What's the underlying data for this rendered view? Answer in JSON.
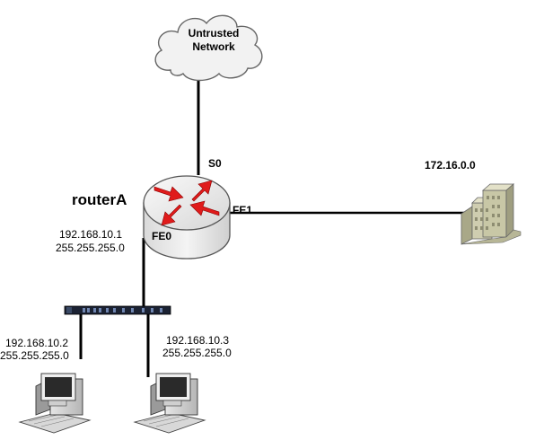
{
  "cloud": {
    "label_line1": "Untrusted",
    "label_line2": "Network"
  },
  "router": {
    "name": "routerA",
    "interfaces": {
      "serial": "S0",
      "fe0": "FE0",
      "fe1": "FE1"
    },
    "fe0_ip": "192.168.10.1",
    "fe0_mask": "255.255.255.0"
  },
  "remote_network": {
    "label": "172.16.0.0"
  },
  "hosts": [
    {
      "ip": "192.168.10.2",
      "mask": "255.255.255.0"
    },
    {
      "ip": "192.168.10.3",
      "mask": "255.255.255.0"
    }
  ],
  "colors": {
    "arrow": "#e01b1b",
    "router_body": "#e9e9e9",
    "building": "#c8c7a6"
  }
}
